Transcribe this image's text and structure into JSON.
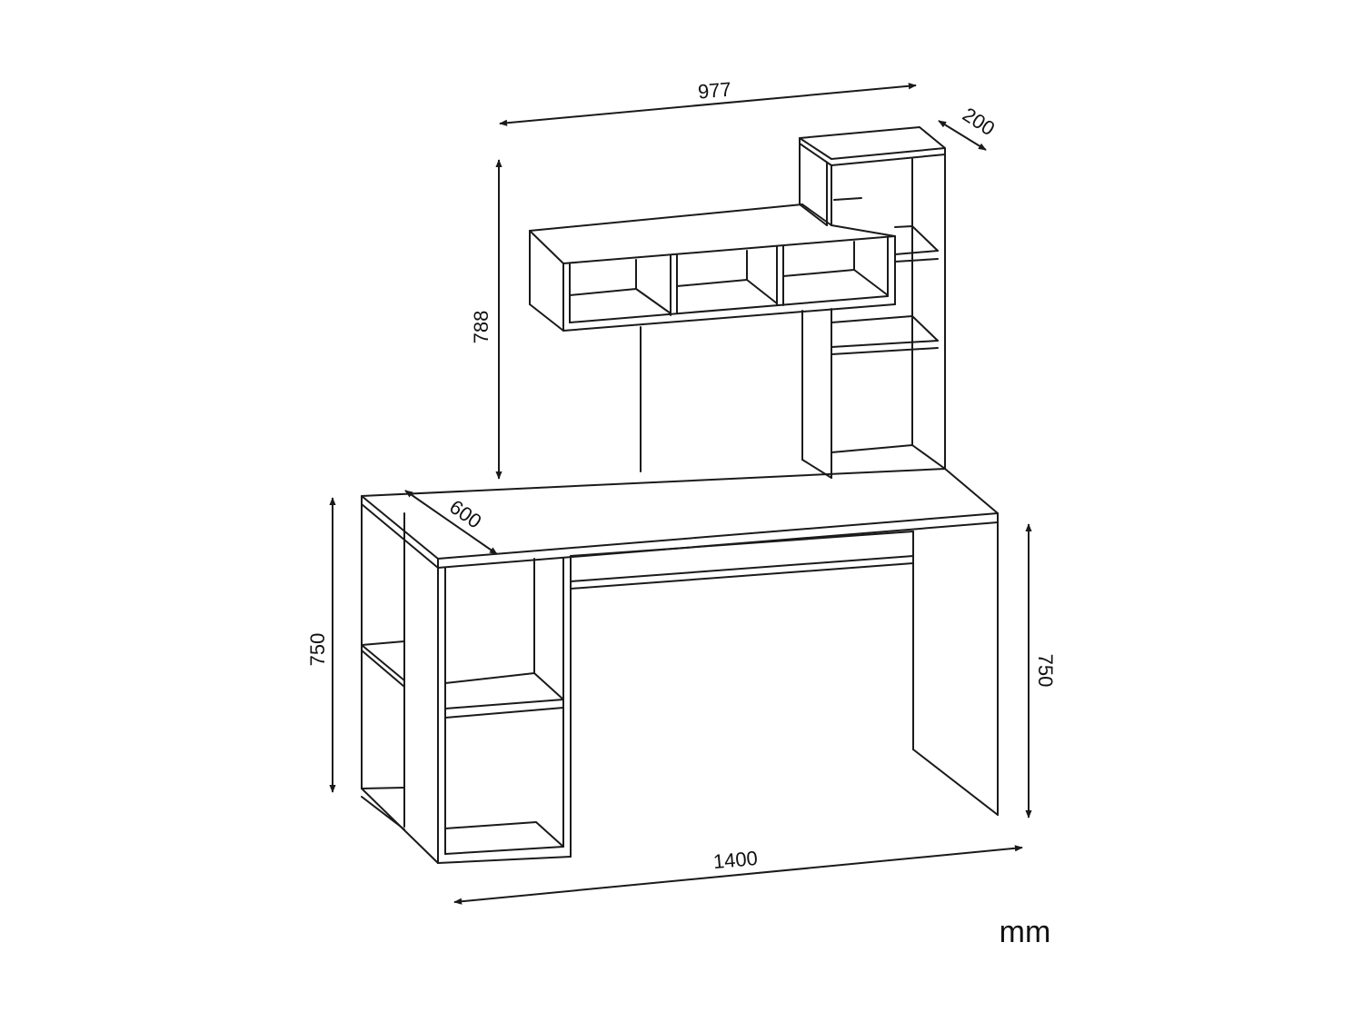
{
  "diagram": {
    "stroke_color": "#1a1a1a",
    "text_color": "#111111",
    "background": "#ffffff"
  },
  "dimensions": {
    "hutch_width": "977",
    "hutch_depth": "200",
    "hutch_height": "788",
    "desk_depth": "600",
    "desk_height_left": "750",
    "desk_height_right": "750",
    "desk_width": "1400"
  },
  "unit": "mm"
}
